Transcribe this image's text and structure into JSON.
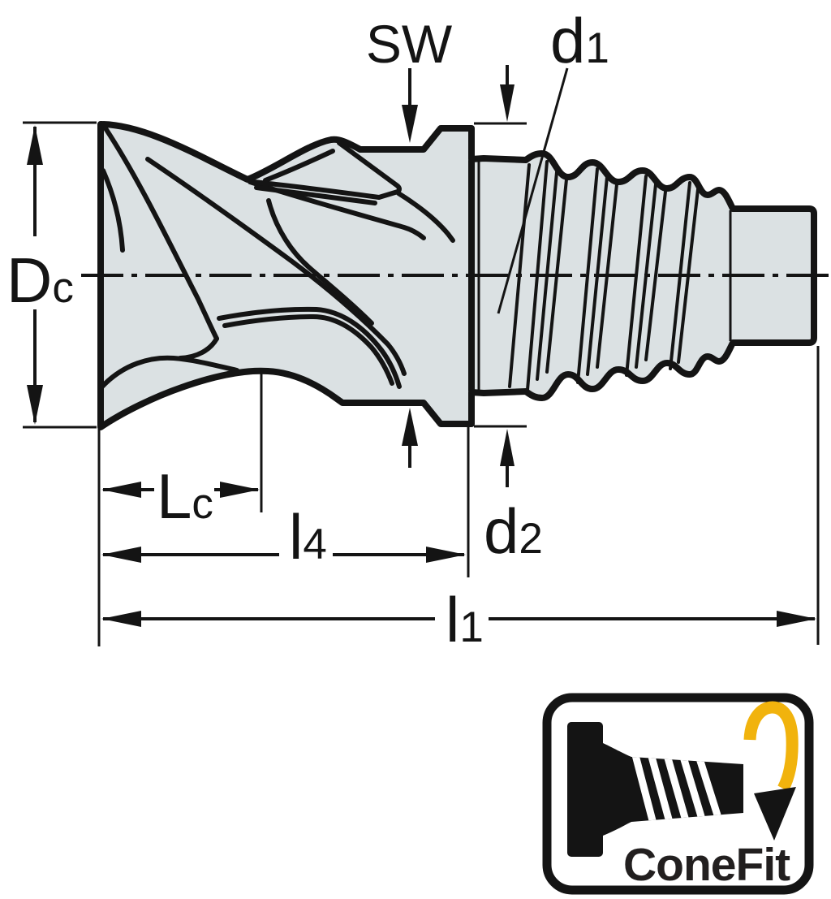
{
  "drawing": {
    "labels": {
      "sw": {
        "text": "SW"
      },
      "d1": {
        "main": "d",
        "sub": "1"
      },
      "dc": {
        "main": "D",
        "sub": "c"
      },
      "lc": {
        "main": "L",
        "sub": "c"
      },
      "l4": {
        "main": "l",
        "sub": "4"
      },
      "d2": {
        "main": "d",
        "sub": "2"
      },
      "l1": {
        "main": "l",
        "sub": "1"
      }
    }
  },
  "badge": {
    "brand": "ConeFit"
  },
  "colors": {
    "line": "#141414",
    "body_fill": "#dbe1e3",
    "accent": "#f1b30d",
    "badge_text": "#221f1f",
    "background": "#ffffff"
  }
}
